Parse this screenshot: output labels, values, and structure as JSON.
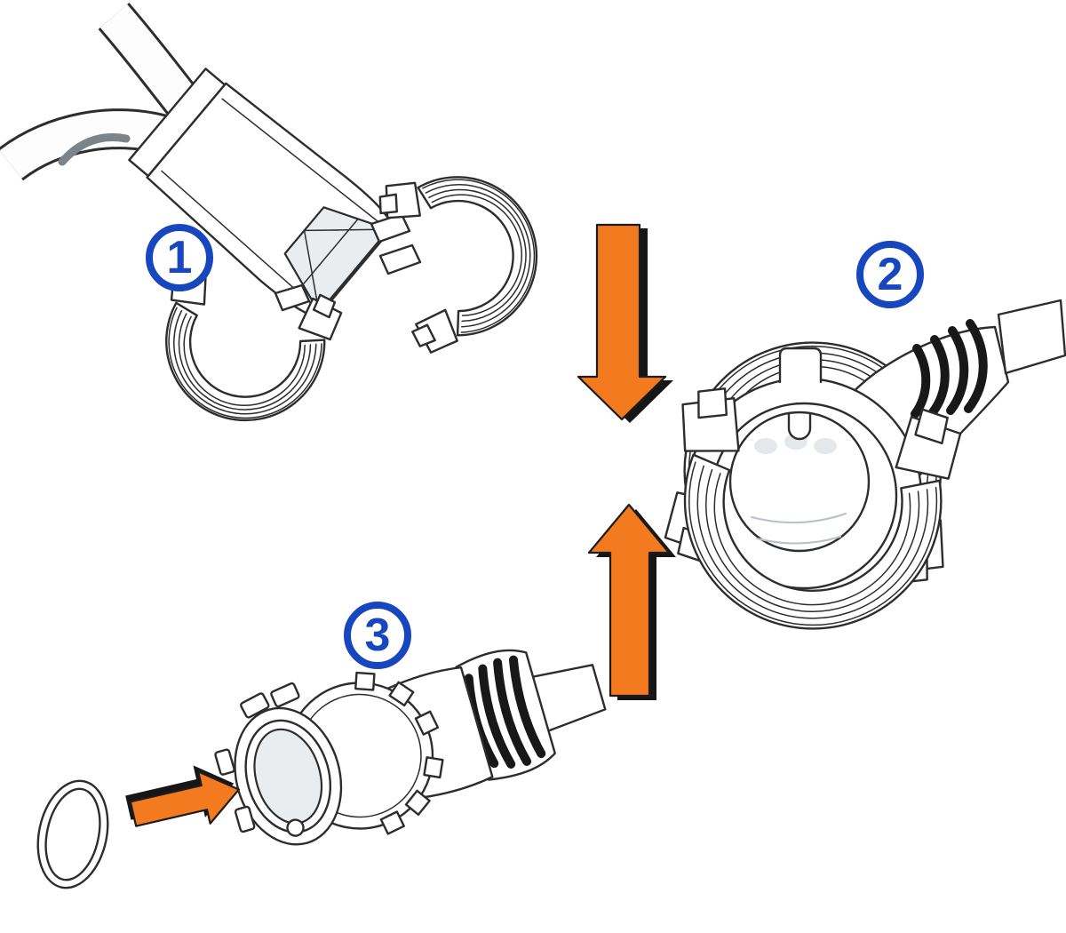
{
  "figure": {
    "background_color": "#ffffff",
    "line_color": "#2d2d2d",
    "shade_color": "#e9edf0"
  },
  "callouts": {
    "color": "#1747be",
    "items": [
      {
        "id": "callout-1",
        "label": "1"
      },
      {
        "id": "callout-2",
        "label": "2"
      },
      {
        "id": "callout-3",
        "label": "3"
      }
    ]
  },
  "arrows": {
    "fill_color": "#f47a20",
    "shadow_color": "#161616",
    "items": [
      {
        "id": "arrow-down",
        "direction": "down"
      },
      {
        "id": "arrow-up",
        "direction": "up"
      },
      {
        "id": "arrow-right",
        "direction": "right"
      }
    ]
  },
  "parts": [
    {
      "id": "cable-clamp",
      "name": "open-cable-clamp-with-cable",
      "step": "1"
    },
    {
      "id": "collar-connector",
      "name": "connector-with-locking-collar",
      "step": "2"
    },
    {
      "id": "plug-connector",
      "name": "connector-plug-with-cable",
      "step": "3"
    },
    {
      "id": "o-ring",
      "name": "o-ring-seal",
      "step": "3"
    }
  ]
}
